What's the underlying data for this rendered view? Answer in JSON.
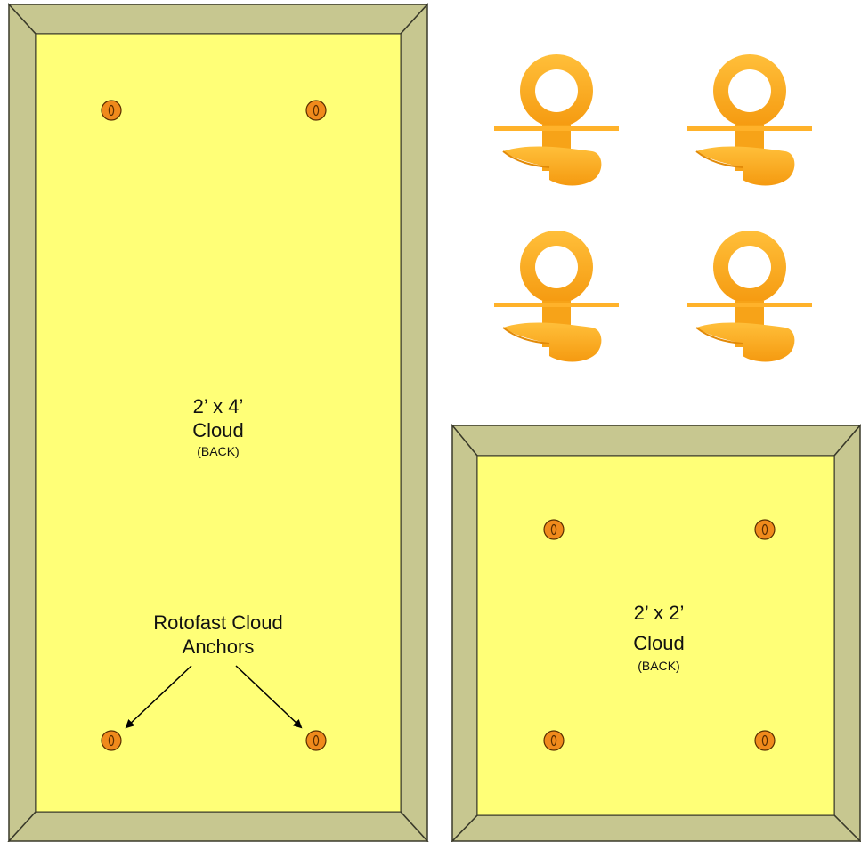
{
  "colors": {
    "panel_face": "#ffff77",
    "frame": "#c7c790",
    "frame_edge": "#3a3a2a",
    "anchor_fill": "#f08a1c",
    "anchor_stroke": "#5a2e00",
    "product_orange": "#ffa51a"
  },
  "panel_large": {
    "size": "2’ x 4’",
    "name": "Cloud",
    "side": "(BACK)"
  },
  "panel_small": {
    "size": "2’ x 2’",
    "name": "Cloud",
    "side": "(BACK)"
  },
  "callout": {
    "line1": "Rotofast Cloud",
    "line2": "Anchors"
  },
  "anchor_icon": "anchor-slot-icon",
  "product_photo": {
    "subject": "rotofast-anchor-icon",
    "count": 4
  }
}
